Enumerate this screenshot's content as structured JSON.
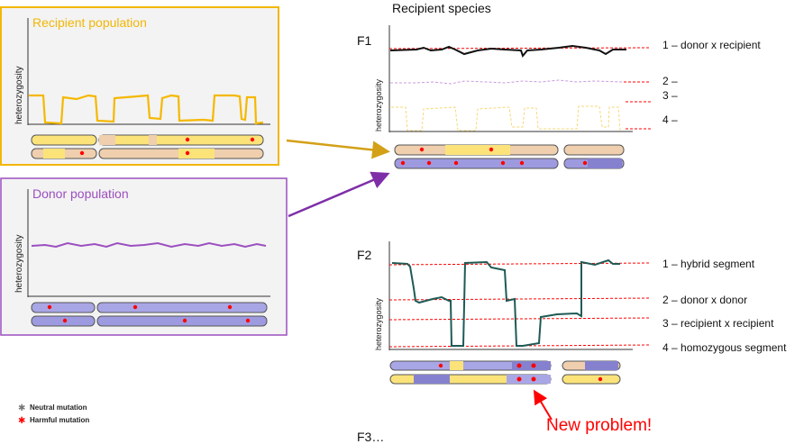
{
  "recipient_panel": {
    "title": "Recipient population",
    "ylabel": "heterozygosity"
  },
  "donor_panel": {
    "title": "Donor population",
    "ylabel": "heterozygosity"
  },
  "legend": {
    "neutral": "Neutral mutation",
    "harmful": "Harmful mutation"
  },
  "right": {
    "title": "Recipient species",
    "f1": {
      "label": "F1",
      "ylabel": "heterozygosity",
      "levels": [
        "1 – donor x recipient",
        "2 –",
        "3 –",
        "4 –"
      ]
    },
    "f2": {
      "label": "F2",
      "ylabel": "heterozygosity",
      "levels": [
        "1 – hybrid segment",
        "2 – donor x donor",
        "3 – recipient x recipient",
        "4 – homozygous segment"
      ]
    },
    "callout": "New problem!",
    "f3": "F3…"
  },
  "colors": {
    "recipient": "#f2b705",
    "donor": "#9b4fbf",
    "red": "#ff0000",
    "f2line": "#1f5a55"
  }
}
